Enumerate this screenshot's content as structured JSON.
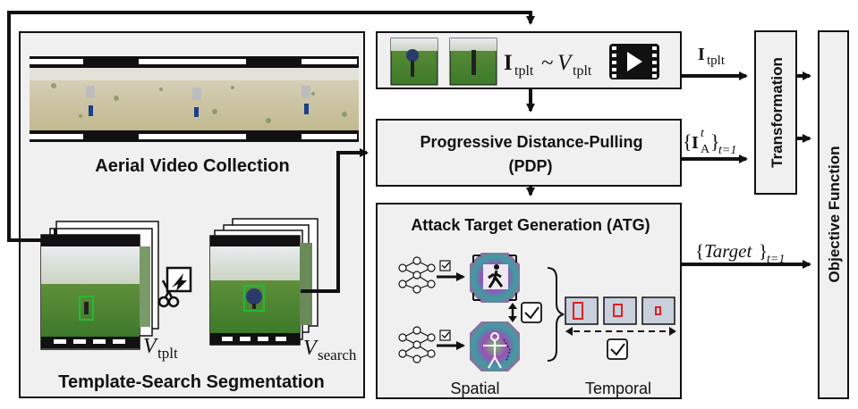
{
  "left_panel": {
    "aerial_video_collection": "Aerial Video Collection",
    "template_search_segmentation": "Template-Search Segmentation",
    "v_tplt_main": "V",
    "v_tplt_sub": "tplt",
    "v_search_main": "V",
    "v_search_sub": "search"
  },
  "template_box": {
    "formula_I": "I",
    "formula_I_sub": "tplt",
    "formula_tilde": "~",
    "formula_V": "V",
    "formula_V_sub": "tplt"
  },
  "pdp": {
    "line1": "Progressive Distance-Pulling",
    "line2": "(PDP)"
  },
  "atg": {
    "title": "Attack Target Generation (ATG)",
    "spatial": "Spatial",
    "temporal": "Temporal"
  },
  "transformation": "Transformation",
  "objective_function": "Objective Function",
  "edges": {
    "i_tplt_main": "I",
    "i_tplt_sub": "tplt",
    "ia_main": "I",
    "ia_sub": "A",
    "ia_sup": "t",
    "ia_range": "t=1",
    "target_text": "Target",
    "target_range": "t=1"
  },
  "colors": {
    "panel_fill": "#f0f0f0",
    "stroke": "#111111",
    "bbox_green": "#22bb33",
    "temporal_red": "#e02020"
  }
}
